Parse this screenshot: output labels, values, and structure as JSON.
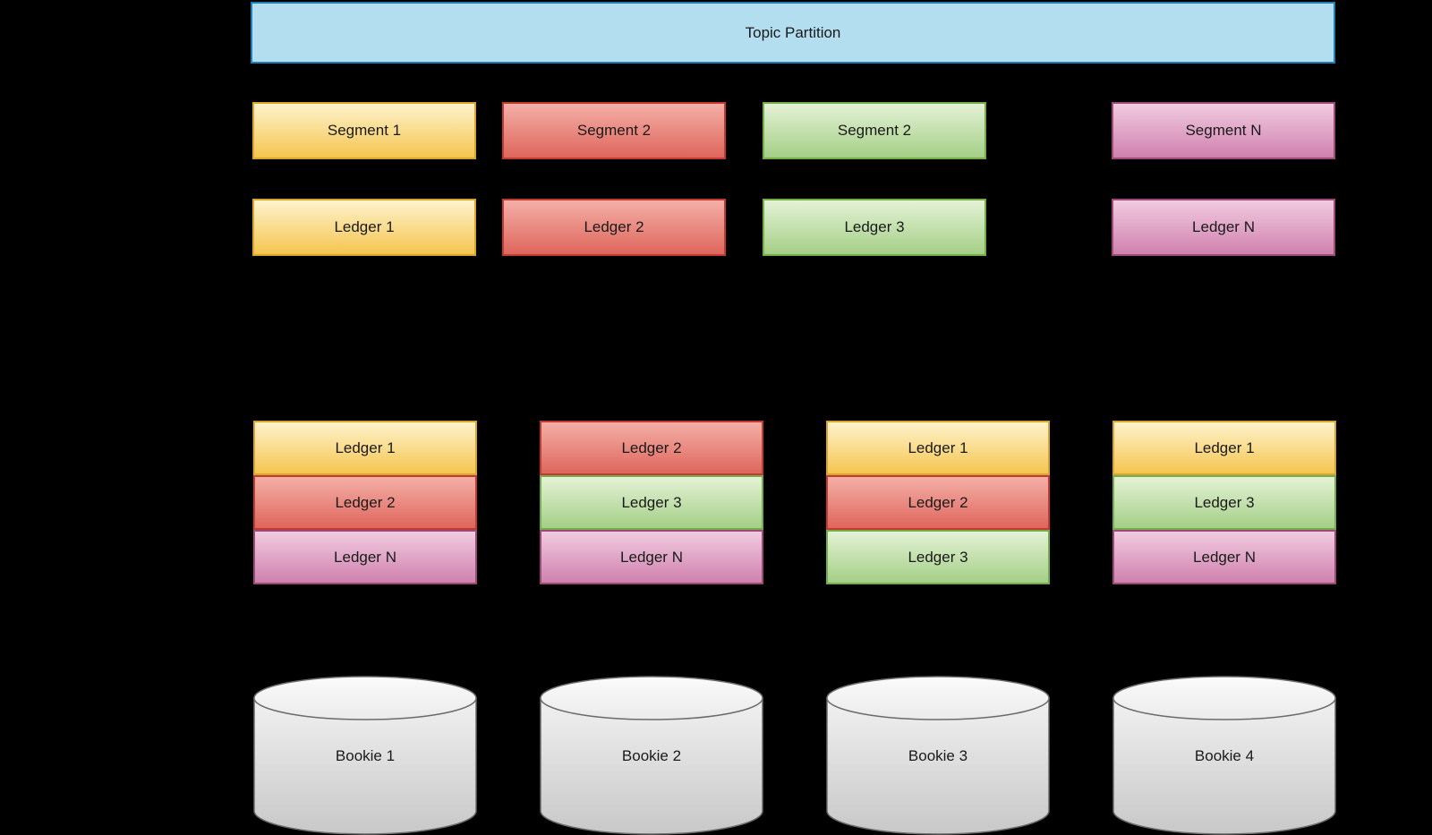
{
  "palette": {
    "background": "#000000",
    "text": "#1a1a1a",
    "topic_fill": "#b3def0",
    "topic_border": "#1e7eb5",
    "yellow_gradient": [
      "#fef3cc",
      "#f5c54f"
    ],
    "yellow_border": "#d8a62e",
    "red_gradient": [
      "#f4afa7",
      "#df665c"
    ],
    "red_border": "#c23b31",
    "green_gradient": [
      "#e4f2d6",
      "#a4cf86"
    ],
    "green_border": "#73ae49",
    "pink_gradient": [
      "#f1cbe0",
      "#d081ae"
    ],
    "pink_border": "#9d4a79",
    "cylinder_gradient": [
      "#f1f1f1",
      "#c8c8c8"
    ],
    "cylinder_border": "#6b6b6b"
  },
  "topic_partition": {
    "label": "Topic Partition"
  },
  "segments_row": [
    {
      "label": "Segment 1",
      "color": "yellow"
    },
    {
      "label": "Segment 2",
      "color": "red"
    },
    {
      "label": "Segment 2",
      "color": "green"
    },
    {
      "label": "Segment N",
      "color": "pink"
    }
  ],
  "ledgers_row": [
    {
      "label": "Ledger 1",
      "color": "yellow"
    },
    {
      "label": "Ledger 2",
      "color": "red"
    },
    {
      "label": "Ledger 3",
      "color": "green"
    },
    {
      "label": "Ledger N",
      "color": "pink"
    }
  ],
  "ledger_stacks": [
    {
      "items": [
        {
          "label": "Ledger 1",
          "color": "yellow"
        },
        {
          "label": "Ledger 2",
          "color": "red"
        },
        {
          "label": "Ledger N",
          "color": "pink"
        }
      ]
    },
    {
      "items": [
        {
          "label": "Ledger 2",
          "color": "red"
        },
        {
          "label": "Ledger 3",
          "color": "green"
        },
        {
          "label": "Ledger N",
          "color": "pink"
        }
      ]
    },
    {
      "items": [
        {
          "label": "Ledger 1",
          "color": "yellow"
        },
        {
          "label": "Ledger 2",
          "color": "red"
        },
        {
          "label": "Ledger 3",
          "color": "green"
        }
      ]
    },
    {
      "items": [
        {
          "label": "Ledger 1",
          "color": "yellow"
        },
        {
          "label": "Ledger 3",
          "color": "green"
        },
        {
          "label": "Ledger N",
          "color": "pink"
        }
      ]
    }
  ],
  "bookies": [
    {
      "label": "Bookie 1"
    },
    {
      "label": "Bookie 2"
    },
    {
      "label": "Bookie 3"
    },
    {
      "label": "Bookie 4"
    }
  ]
}
